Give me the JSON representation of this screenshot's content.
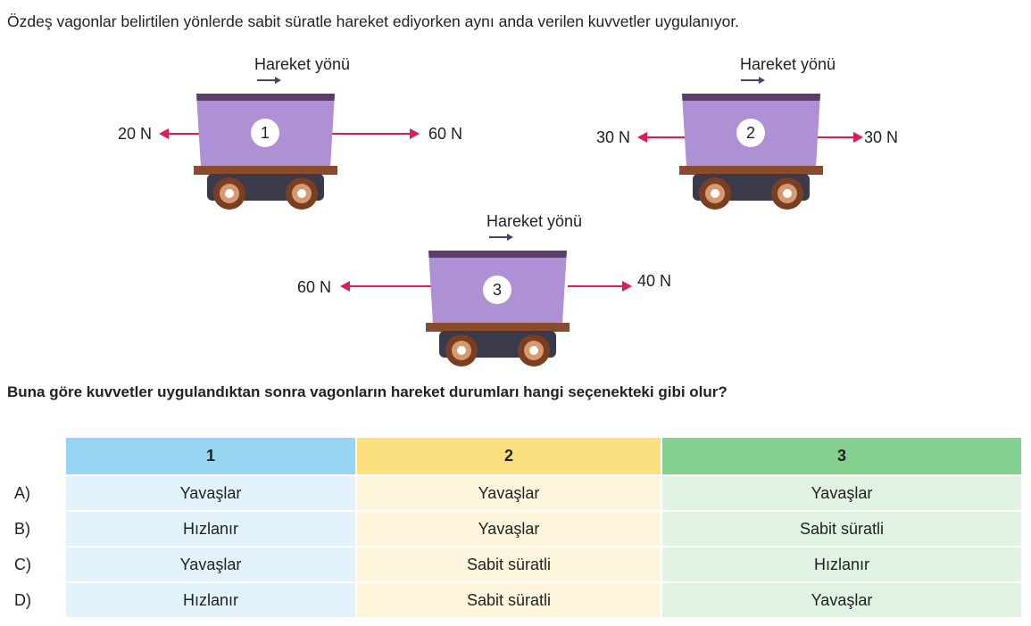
{
  "intro": "Özdeş vagonlar belirtilen yönlerde sabit süratle hareket ediyorken aynı anda verilen kuvvetler uygulanıyor.",
  "wagons": [
    {
      "number": "1",
      "direction_label": "Hareket yönü",
      "left_force": "20 N",
      "right_force": "60 N"
    },
    {
      "number": "2",
      "direction_label": "Hareket yönü",
      "left_force": "30 N",
      "right_force": "30 N"
    },
    {
      "number": "3",
      "direction_label": "Hareket yönü",
      "left_force": "60 N",
      "right_force": "40 N"
    }
  ],
  "question": "Buna göre kuvvetler uygulandıktan sonra vagonların hareket durumları hangi seçenekteki gibi olur?",
  "table": {
    "headers": [
      "1",
      "2",
      "3"
    ],
    "rows": [
      {
        "letter": "A)",
        "cells": [
          "Yavaşlar",
          "Yavaşlar",
          "Yavaşlar"
        ]
      },
      {
        "letter": "B)",
        "cells": [
          "Hızlanır",
          "Yavaşlar",
          "Sabit süratli"
        ]
      },
      {
        "letter": "C)",
        "cells": [
          "Yavaşlar",
          "Sabit süratli",
          "Hızlanır"
        ]
      },
      {
        "letter": "D)",
        "cells": [
          "Hızlanır",
          "Sabit süratli",
          "Yavaşlar"
        ]
      }
    ]
  },
  "colors": {
    "force_arrow": "#e0195a",
    "wagon_body": "#ae90d4",
    "header_1": "#97d6f3",
    "header_2": "#fce07f",
    "header_3": "#83d08f"
  }
}
